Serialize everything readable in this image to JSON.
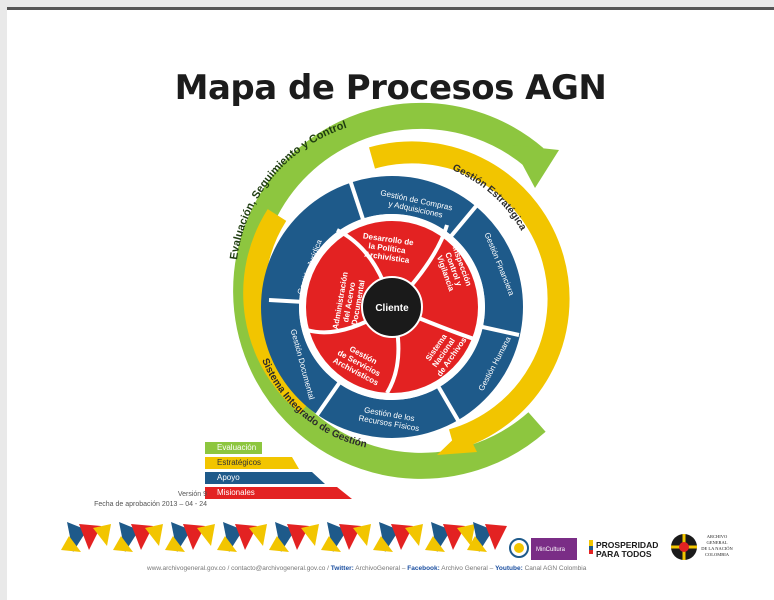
{
  "title": "Mapa de Procesos AGN",
  "outer_ring": {
    "evaluacion": "Evaluación, Seguimiento y Control",
    "estrategica": "Gestión Estratégica",
    "sistema": "Sistema Integrado de Gestión"
  },
  "support_ring": {
    "compras": [
      "Gestión de Compras",
      "y Adquisiciones"
    ],
    "financiera": "Gestión Financiera",
    "humana": "Gestión Humana",
    "recursos": [
      "Gestión de los",
      "Recursos Físicos"
    ],
    "documental": "Gestión Documental",
    "juridica": "Gestión Jurídica"
  },
  "core": {
    "politica": [
      "Desarrollo de",
      "la Política",
      "Archivística"
    ],
    "inspeccion": [
      "Inspección",
      "Control y",
      "Vigilancia"
    ],
    "sistema_nacional": [
      "Sistema",
      "Nacional",
      "de Archivos"
    ],
    "servicios": [
      "Gestión",
      "de Servicios",
      "Archivísticos"
    ],
    "administracion": [
      "Administración",
      "del Acervo",
      "Documental"
    ],
    "center": "Cliente"
  },
  "legend": [
    {
      "label": "Evaluación",
      "color": "#8dc63f"
    },
    {
      "label": "Estratégicos",
      "color": "#f2c500"
    },
    {
      "label": "Apoyo",
      "color": "#1e5a8a"
    },
    {
      "label": "Misionales",
      "color": "#e32222"
    }
  ],
  "version": "Versión 9",
  "approval": "Fecha de aprobación 2013 – 04 - 24",
  "footer": {
    "site": "www.archivogeneral.gov.co",
    "sep1": " / ",
    "contact": "contacto@archivogeneral.gov.co",
    "sep2": " / ",
    "twitter_label": "Twitter:",
    "twitter": " ArchivoGeneral – ",
    "facebook_label": "Facebook:",
    "facebook": " Archivo General – ",
    "youtube_label": "Youtube:",
    "youtube": " Canal AGN Colombia"
  },
  "logos": {
    "mincultura": "MinCultura",
    "prosperidad_1": "PROSPERIDAD",
    "prosperidad_2": "PARA TODOS",
    "agn_1": "ARCHIVO",
    "agn_2": "GENERAL",
    "agn_3": "DE LA NACIÓN",
    "agn_4": "COLOMBIA"
  },
  "colors": {
    "green": "#8dc63f",
    "yellow": "#f2c500",
    "blue": "#1e5a8a",
    "red": "#e32222",
    "dark": "#1a1a1a"
  }
}
